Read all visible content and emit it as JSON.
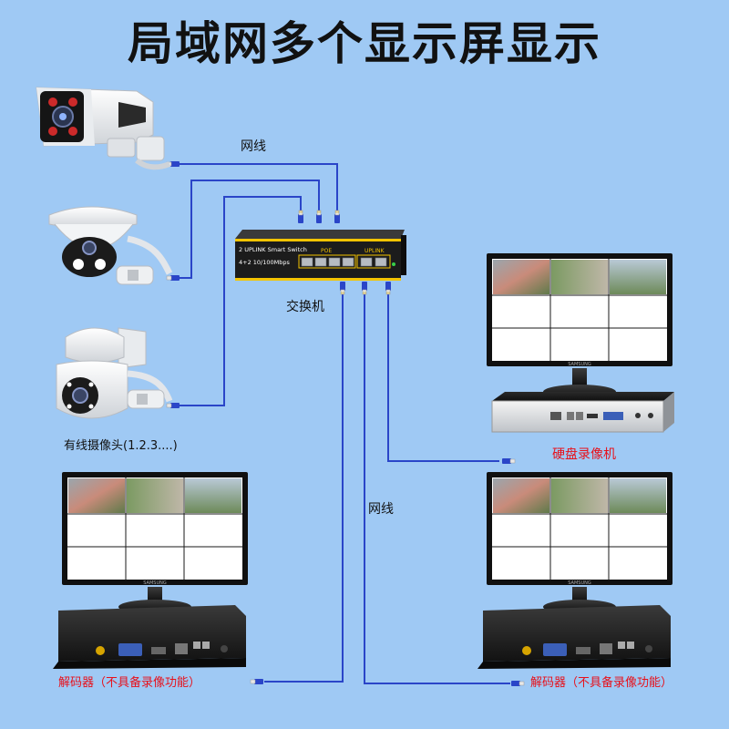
{
  "title": "局域网多个显示屏显示",
  "labels": {
    "network_cable_top": "网线",
    "network_cable_middle": "网线",
    "switch": "交换机",
    "cameras": "有线摄像头(1.2.3....)",
    "nvr": "硬盘录像机",
    "decoder_left": "解码器（不具备录像功能）",
    "decoder_right": "解码器（不具备录像功能）"
  },
  "switch_panel": {
    "line1": "2 UPLINK Smart Switch",
    "line2": "4+2 10/100Mbps",
    "poe": "POE",
    "uplink": "UPLINK"
  },
  "monitor_brand": "SAMSUNG",
  "colors": {
    "background": "#9fc9f4",
    "cable": "#2a45c8",
    "label_red": "#e8101a",
    "switch_body": "#1c1c1c",
    "switch_accent": "#f3c400"
  },
  "icons": {
    "bullet_camera": "bullet-camera-icon",
    "dome_camera": "dome-camera-icon",
    "ptz_camera": "ptz-camera-icon",
    "switch": "network-switch-icon",
    "monitor": "monitor-icon",
    "nvr": "nvr-icon",
    "decoder": "decoder-box-icon"
  }
}
